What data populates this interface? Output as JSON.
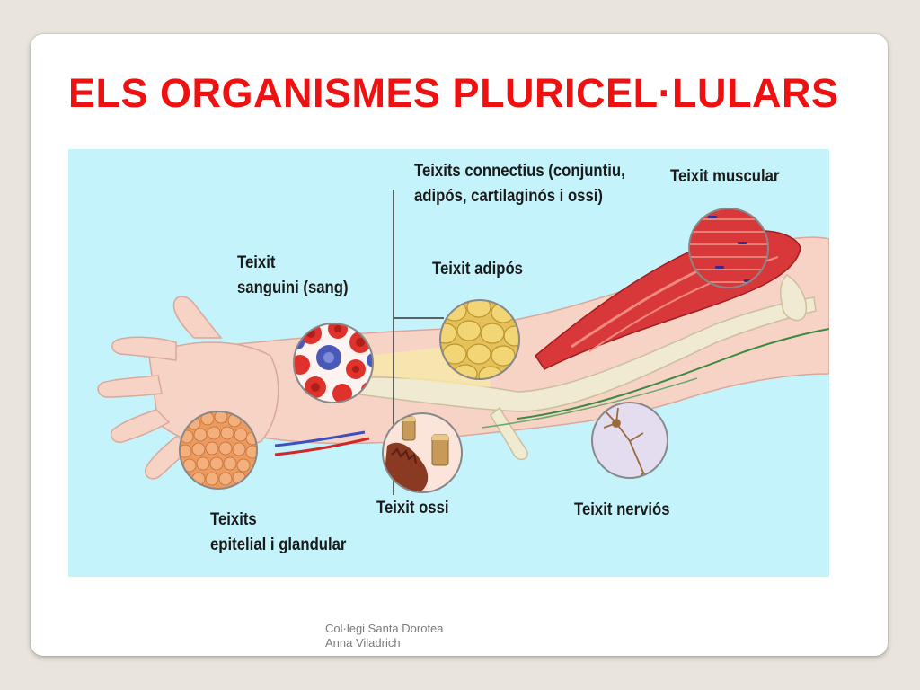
{
  "slide": {
    "title": "ELS ORGANISMES PLURICEL·LULARS",
    "footer_line1": "Col·legi Santa Dorotea",
    "footer_line2": "Anna Viladrich"
  },
  "figure": {
    "labels": {
      "connective_line1": "Teixits connectius (conjuntiu,",
      "connective_line2": "adipós, cartilaginós i ossi)",
      "muscular": "Teixit muscular",
      "blood_line1": "Teixit",
      "blood_line2": "sanguini (sang)",
      "adipose": "Teixit adipós",
      "bone": "Teixit ossi",
      "nervous": "Teixit nerviós",
      "epithelial_line1": "Teixits",
      "epithelial_line2": "epitelial i glandular"
    },
    "colors": {
      "background": "#c5f3fb",
      "skin": "#f7d3c6",
      "muscle": "#d8383a",
      "bone": "#f1ead2",
      "blood_cell": "#e0322c",
      "white_cell": "#4a58b8",
      "fat": "#f2d574",
      "nerve_fill": "#e4ddf0",
      "epithelium": "#ec9a5e",
      "title": "#ee1111"
    }
  }
}
